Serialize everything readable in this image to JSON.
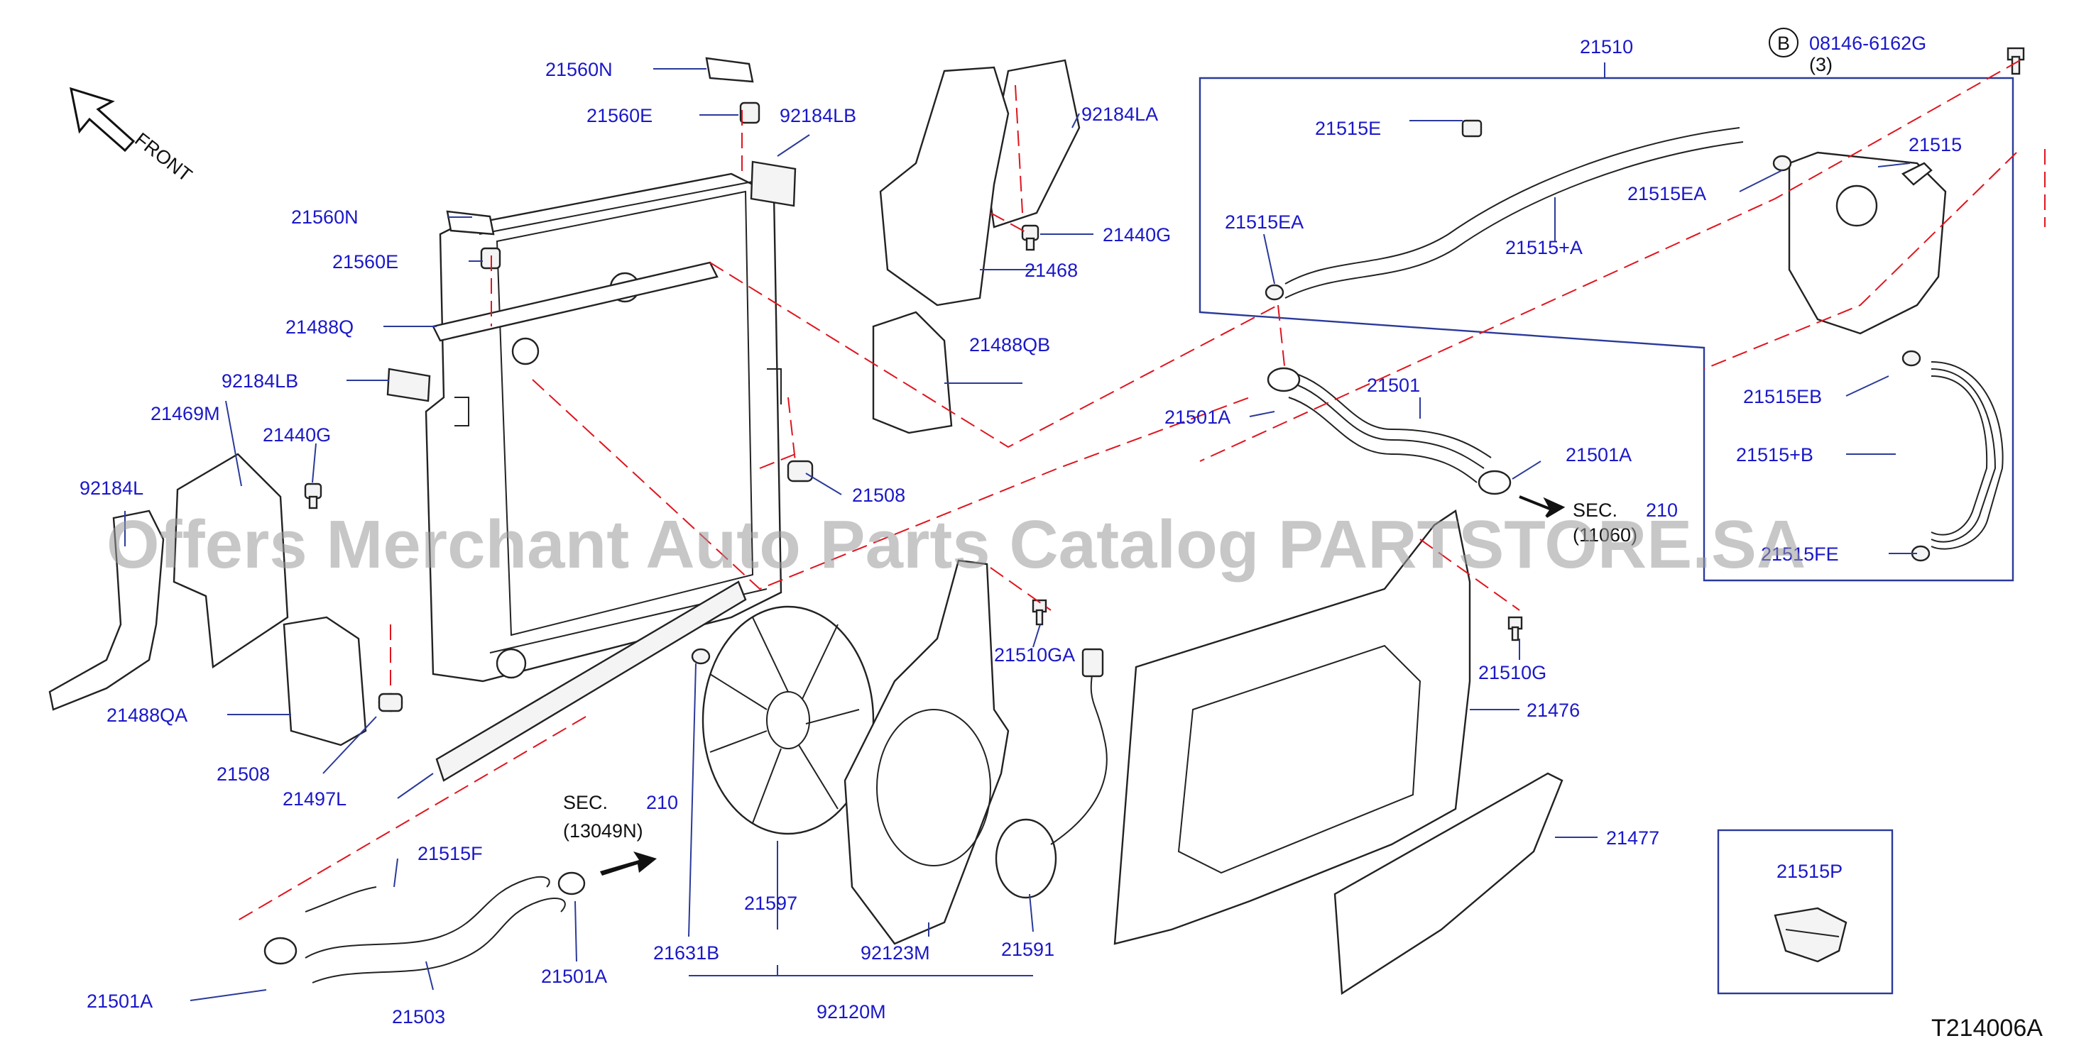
{
  "front_label": "FRONT",
  "diagram_code": "T214006A",
  "watermark": "Offers Merchant Auto Parts Catalog PARTSTORE.SA",
  "bolt_callout": {
    "badge": "B",
    "part": "08146-6162G",
    "qty": "(3)"
  },
  "sec_refs": [
    {
      "title": "SEC.",
      "num": "210",
      "code": "(11060)"
    },
    {
      "title": "SEC.",
      "num": "210",
      "code": "(13049N)"
    }
  ],
  "labels": {
    "l21560N_a": "21560N",
    "l21560E_a": "21560E",
    "l92184LB_a": "92184LB",
    "l21560N_b": "21560N",
    "l21560E_b": "21560E",
    "l21488Q": "21488Q",
    "l92184LB_b": "92184LB",
    "l21469M": "21469M",
    "l21440G_a": "21440G",
    "l92184L": "92184L",
    "l21488QA": "21488QA",
    "l21508_a": "21508",
    "l21497L": "21497L",
    "l92184LA": "92184LA",
    "l21440G_b": "21440G",
    "l21468": "21468",
    "l21488QB": "21488QB",
    "l21508_b": "21508",
    "l21510GA": "21510GA",
    "l21510": "21510",
    "l21515E": "21515E",
    "l21515EA_a": "21515EA",
    "l21515pA": "21515+A",
    "l21515": "21515",
    "l21515EA_b": "21515EA",
    "l21501": "21501",
    "l21501A_a": "21501A",
    "l21501A_b": "21501A",
    "l21515EB": "21515EB",
    "l21515pB": "21515+B",
    "l21515FE": "21515FE",
    "l21510G": "21510G",
    "l21476": "21476",
    "l21477": "21477",
    "l21515F": "21515F",
    "l21501A_c": "21501A",
    "l21503": "21503",
    "l21501A_d": "21501A",
    "l21631B": "21631B",
    "l21597": "21597",
    "l92123M": "92123M",
    "l21591": "21591",
    "l92120M": "92120M",
    "l21515P": "21515P"
  }
}
